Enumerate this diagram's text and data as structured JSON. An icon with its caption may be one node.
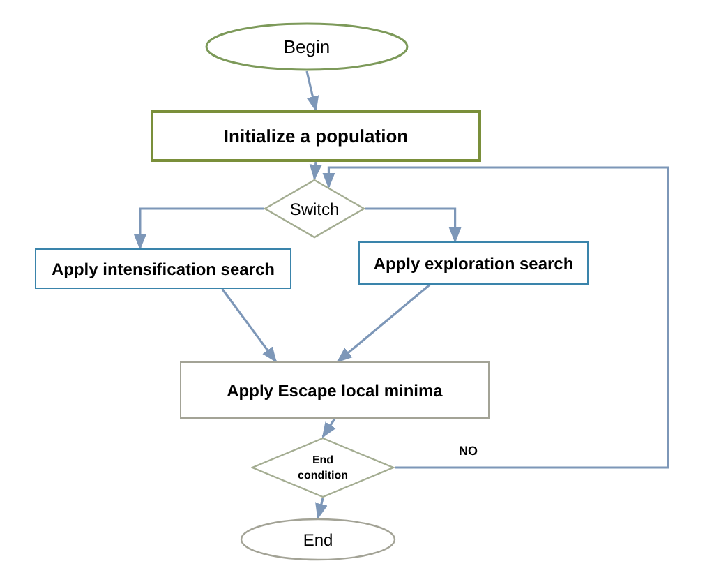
{
  "diagram": {
    "nodes": [
      {
        "text": [
          "Begin"
        ]
      },
      {
        "text": [
          "Initialize a population"
        ]
      },
      {
        "text": [
          "Switch"
        ]
      },
      {
        "text": [
          "Apply intensification search"
        ]
      },
      {
        "text": [
          "Apply exploration search"
        ]
      },
      {
        "text": [
          "Apply Escape local minima"
        ]
      },
      {
        "text": [
          "End condition"
        ]
      },
      {
        "text": [
          "End"
        ]
      }
    ],
    "edges": [
      {
        "from": 0,
        "to": 1,
        "arrow": "to"
      },
      {
        "from": 1,
        "to": 2,
        "arrow": "to"
      },
      {
        "from": 2,
        "to": 3,
        "arrow": "to"
      },
      {
        "from": 2,
        "to": 4,
        "arrow": "to"
      },
      {
        "from": 3,
        "to": 5,
        "arrow": "to"
      },
      {
        "from": 4,
        "to": 5,
        "arrow": "to"
      },
      {
        "from": 5,
        "to": 6,
        "arrow": "to"
      },
      {
        "from": 6,
        "to": 7,
        "arrow": "to"
      },
      {
        "from": 6,
        "to": 2,
        "arrow": "to",
        "label": "NO"
      }
    ]
  }
}
